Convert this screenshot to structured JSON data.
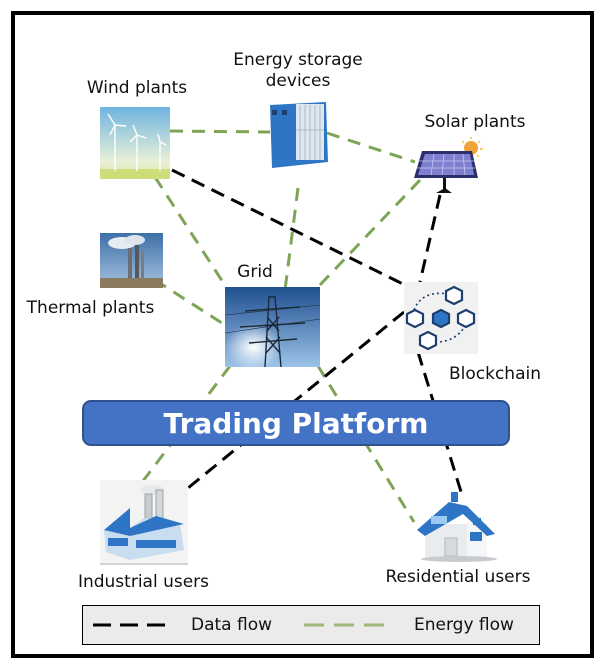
{
  "nodes": {
    "wind": {
      "label": "Wind plants",
      "icon": "wind-turbine-icon"
    },
    "storage": {
      "label_line1": "Energy storage",
      "label_line2": "devices",
      "icon": "battery-icon"
    },
    "solar": {
      "label": "Solar plants",
      "icon": "solar-panel-icon"
    },
    "thermal": {
      "label": "Thermal plants",
      "icon": "power-plant-icon"
    },
    "grid": {
      "label": "Grid",
      "icon": "transmission-tower-icon"
    },
    "blockchain": {
      "label": "Blockchain",
      "icon": "blockchain-icon"
    },
    "industrial": {
      "label": "Industrial users",
      "icon": "factory-icon"
    },
    "residential": {
      "label": "Residential users",
      "icon": "house-icon"
    }
  },
  "platform": {
    "label": "Trading Platform"
  },
  "legend": {
    "data_flow": "Data flow",
    "energy_flow": "Energy flow"
  },
  "colors": {
    "data_flow": "#000000",
    "energy_flow": "#7ea556",
    "platform": "#4472c4",
    "icon_blue": "#2e75c5"
  },
  "edges": {
    "energy": [
      [
        "wind",
        "storage"
      ],
      [
        "storage",
        "solar"
      ],
      [
        "wind",
        "grid"
      ],
      [
        "thermal",
        "grid"
      ],
      [
        "storage",
        "grid"
      ],
      [
        "solar",
        "grid"
      ],
      [
        "grid",
        "industrial"
      ],
      [
        "grid",
        "residential"
      ]
    ],
    "data": [
      [
        "wind",
        "blockchain"
      ],
      [
        "solar",
        "blockchain"
      ],
      [
        "blockchain",
        "industrial"
      ],
      [
        "blockchain",
        "residential"
      ]
    ]
  }
}
